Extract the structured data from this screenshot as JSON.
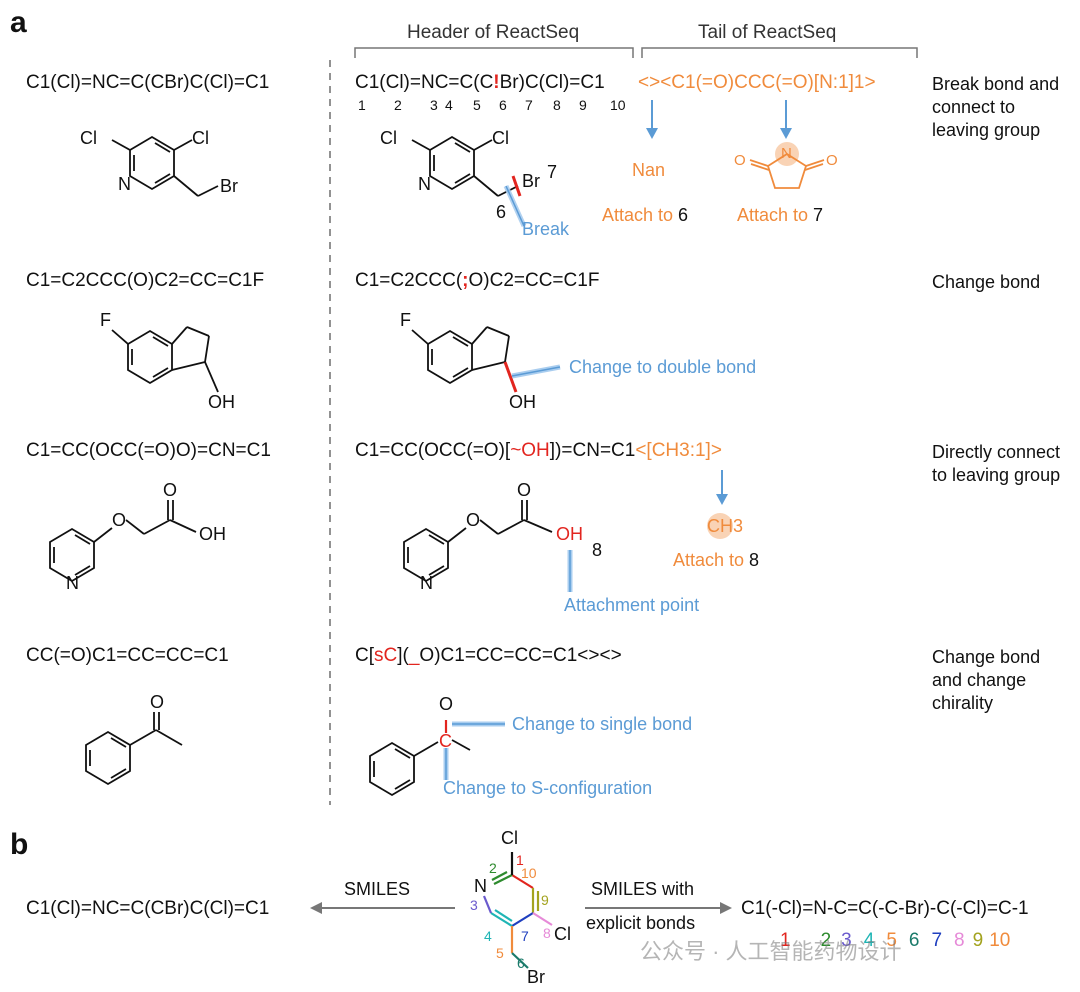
{
  "panel_a": "a",
  "panel_b": "b",
  "header_label": "Header of ReactSeq",
  "tail_label": "Tail of ReactSeq",
  "rows": [
    {
      "smiles": "C1(Cl)=NC=C(CBr)C(Cl)=C1",
      "reactseq_pre": "C1(Cl)=NC=C(C",
      "reactseq_mark": "!",
      "reactseq_post": "Br)C(Cl)=C1",
      "reactseq_tail": "<><C1(=O)CCC(=O)[N:1]1>",
      "indices": [
        "1",
        "2",
        "3",
        "4",
        "5",
        "6",
        "7",
        "8",
        "9",
        "10"
      ],
      "description": "Break bond and connect to leaving group",
      "annotation": "Break",
      "nan": "Nan",
      "attach1_prefix": "Attach to ",
      "attach1_num": "6",
      "attach2_prefix": "Attach to ",
      "attach2_num": "7",
      "atom_cl": "Cl",
      "atom_n": "N",
      "atom_br": "Br",
      "num6": "6",
      "num7": "7",
      "atom_o": "O"
    },
    {
      "smiles": "C1=C2CCC(O)C2=CC=C1F",
      "reactseq_pre": "C1=C2CCC(",
      "reactseq_mark": ";",
      "reactseq_post": "O)C2=CC=C1F",
      "description": "Change bond",
      "annotation": "Change to double bond",
      "atom_f": "F",
      "atom_oh": "OH"
    },
    {
      "smiles": "C1=CC(OCC(=O)O)=CN=C1",
      "reactseq_pre": "C1=CC(OCC(=O)[",
      "reactseq_mark": "~OH",
      "reactseq_post": "])=CN=C1",
      "reactseq_tail": "<[CH3:1]>",
      "description": "Directly connect to leaving group",
      "annotation": "Attachment point",
      "ch3": "CH3",
      "attach_prefix": "Attach to ",
      "attach_num": "8",
      "num8": "8",
      "atom_o": "O",
      "atom_oh": "OH",
      "atom_n": "N"
    },
    {
      "smiles": "CC(=O)C1=CC=CC=C1",
      "reactseq_pre": "C[",
      "reactseq_mark": "sC",
      "reactseq_mid": "](",
      "reactseq_mark2": "_",
      "reactseq_post": "O)C1=CC=CC=C1<><>",
      "description": "Change bond and change chirality",
      "annotation1": "Change to single bond",
      "annotation2": "Change to S-configuration",
      "atom_o": "O",
      "atom_c": "C"
    }
  ],
  "panel_b_content": {
    "smiles": "C1(Cl)=NC=C(CBr)C(Cl)=C1",
    "arrow_left_label": "SMILES",
    "arrow_right_label_1": "SMILES with",
    "arrow_right_label_2": "explicit bonds",
    "explicit_smiles": "C1(-Cl)=N-C=C(-C-Br)-C(-Cl)=C-1",
    "atom_numbers": [
      "1",
      "2",
      "3",
      "4",
      "5",
      "6",
      "7",
      "8",
      "9",
      "10"
    ],
    "atom_cl": "Cl",
    "atom_n": "N",
    "atom_br": "Br",
    "watermark": "公众号 · 人工智能药物设计"
  },
  "colors": {
    "orange": "#f08b3c",
    "blue": "#5b9bd5",
    "red": "#e2251f",
    "idx": [
      "#e2251f",
      "#2e8b2e",
      "#6a5acd",
      "#1fb5b5",
      "#f08b3c",
      "#1a7a6a",
      "#1f3fbf",
      "#e68ad8",
      "#a3a31f",
      "#f08b3c"
    ]
  }
}
